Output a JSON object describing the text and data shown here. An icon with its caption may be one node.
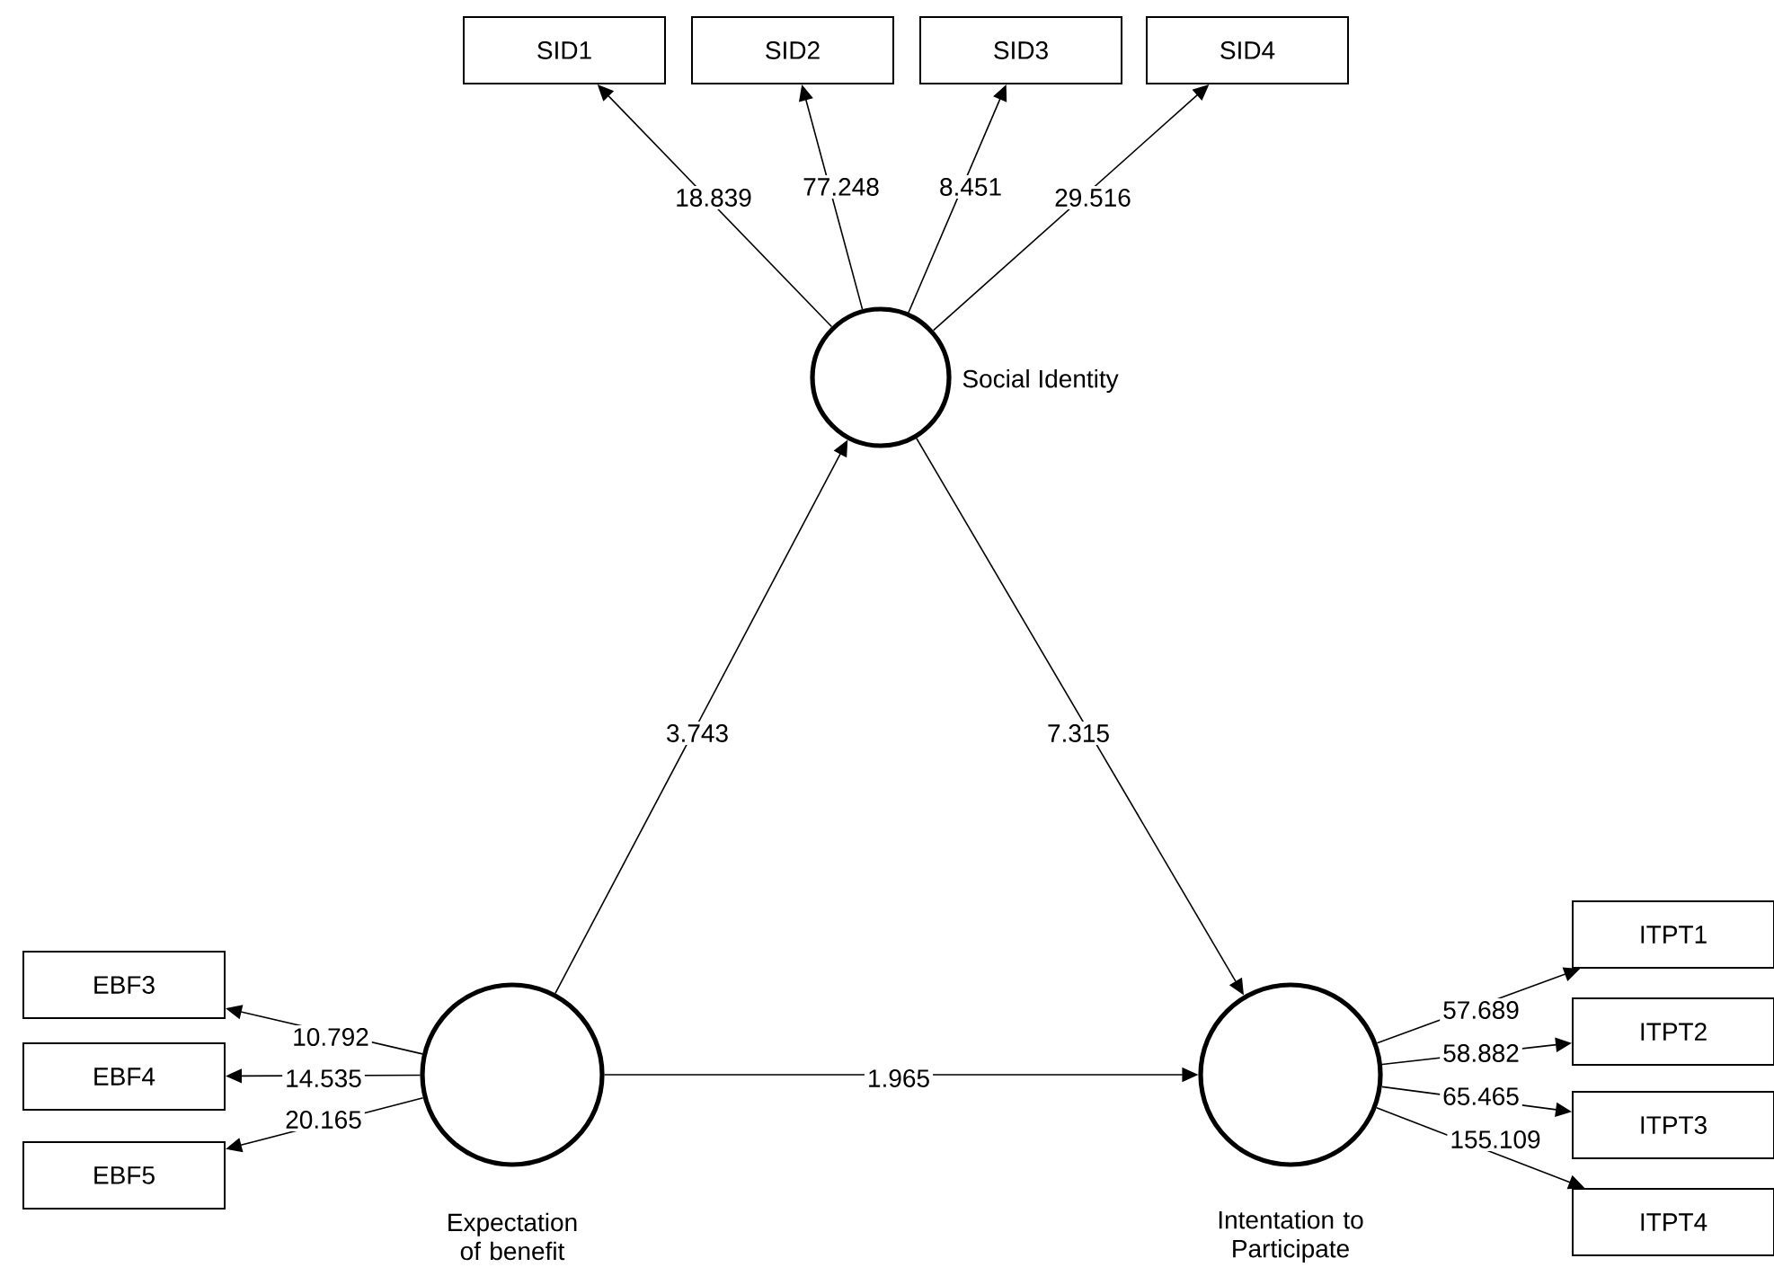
{
  "diagram": {
    "nodes": [
      {
        "text": [
          "Social Identity"
        ]
      },
      {
        "text": [
          "Expectation of benefit"
        ]
      },
      {
        "text": [
          "Intentation to Participate"
        ]
      },
      {
        "text": [
          "SID1"
        ]
      },
      {
        "text": [
          "SID2"
        ]
      },
      {
        "text": [
          "SID3"
        ]
      },
      {
        "text": [
          "SID4"
        ]
      },
      {
        "text": [
          "EBF3"
        ]
      },
      {
        "text": [
          "EBF4"
        ]
      },
      {
        "text": [
          "EBF5"
        ]
      },
      {
        "text": [
          "ITPT1"
        ]
      },
      {
        "text": [
          "ITPT2"
        ]
      },
      {
        "text": [
          "ITPT3"
        ]
      },
      {
        "text": [
          "ITPT4"
        ]
      }
    ],
    "edges": [
      {
        "from": 0,
        "to": 3,
        "arrow": "to",
        "label": "18.839"
      },
      {
        "from": 0,
        "to": 4,
        "arrow": "to",
        "label": "77.248"
      },
      {
        "from": 0,
        "to": 5,
        "arrow": "to",
        "label": "8.451"
      },
      {
        "from": 0,
        "to": 6,
        "arrow": "to",
        "label": "29.516"
      },
      {
        "from": 1,
        "to": 0,
        "arrow": "to",
        "label": "3.743"
      },
      {
        "from": 0,
        "to": 2,
        "arrow": "to",
        "label": "7.315"
      },
      {
        "from": 1,
        "to": 2,
        "arrow": "to",
        "label": "1.965"
      },
      {
        "from": 1,
        "to": 7,
        "arrow": "to",
        "label": "10.792"
      },
      {
        "from": 1,
        "to": 8,
        "arrow": "to",
        "label": "14.535"
      },
      {
        "from": 1,
        "to": 9,
        "arrow": "to",
        "label": "20.165"
      },
      {
        "from": 2,
        "to": 10,
        "arrow": "to",
        "label": "57.689"
      },
      {
        "from": 2,
        "to": 11,
        "arrow": "to",
        "label": "58.882"
      },
      {
        "from": 2,
        "to": 12,
        "arrow": "to",
        "label": "65.465"
      },
      {
        "from": 2,
        "to": 13,
        "arrow": "to",
        "label": "155.109"
      }
    ]
  }
}
